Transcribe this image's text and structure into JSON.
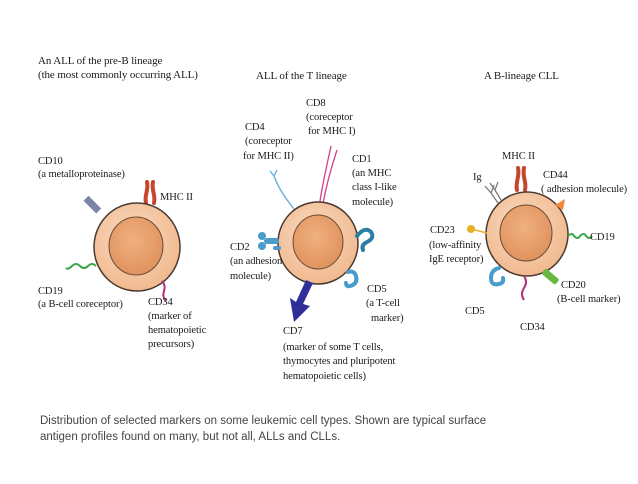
{
  "panels": [
    {
      "title_line1": "An ALL of the pre-B lineage",
      "title_line2": "(the most commonly occurring ALL)",
      "markers": {
        "cd10": {
          "line1": "CD10",
          "line2": "(a metalloproteinase)"
        },
        "mhc2": {
          "line1": "MHC II"
        },
        "cd19": {
          "line1": "CD19",
          "line2": "(a B-cell coreceptor)"
        },
        "cd34": {
          "line1": "CD34",
          "line2": "(marker of",
          "line3": "hematopoietic",
          "line4": "precursors)"
        }
      }
    },
    {
      "title_line1": "ALL of the T lineage",
      "markers": {
        "cd8": {
          "line1": "CD8",
          "line2": "(coreceptor",
          "line3": "for MHC I)"
        },
        "cd4": {
          "line1": "CD4",
          "line2": "(coreceptor",
          "line3": "for MHC II)"
        },
        "cd1": {
          "line1": "CD1",
          "line2": "(an MHC",
          "line3": "class I-like",
          "line4": "molecule)"
        },
        "cd2": {
          "line1": "CD2",
          "line2": "(an adhesion",
          "line3": "molecule)"
        },
        "cd5": {
          "line1": "CD5",
          "line2": "(a T-cell",
          "line3": "marker)"
        },
        "cd7": {
          "line1": "CD7",
          "line2": "(marker of some T cells,",
          "line3": "thymocytes and pluripotent",
          "line4": "hematopoietic cells)"
        }
      }
    },
    {
      "title_line1": "A B-lineage CLL",
      "markers": {
        "mhc2": {
          "line1": "MHC II"
        },
        "ig": {
          "line1": "Ig"
        },
        "cd44": {
          "line1": "CD44",
          "line2": "( adhesion molecule)"
        },
        "cd23": {
          "line1": "CD23",
          "line2": "(low-affinity",
          "line3": "IgE receptor)"
        },
        "cd19": {
          "line1": "CD19"
        },
        "cd20": {
          "line1": "CD20",
          "line2": "(B-cell marker)"
        },
        "cd5": {
          "line1": "CD5"
        },
        "cd34": {
          "line1": "CD34"
        }
      }
    }
  ],
  "caption": {
    "line1": "Distribution of selected markers on some leukemic cell types. Shown are typical surface",
    "line2": "antigen profiles found on many, but not all, ALLs and CLLs."
  },
  "colors": {
    "cell_fill": "#f5c9a6",
    "cell_border": "#4a3a30",
    "nucleus_fill": "#e9a371",
    "mhc2": "#c8442c",
    "cd10": "#7a86a8",
    "cd19": "#3aa84a",
    "cd34": "#b0307a",
    "cd8": "#d43f8a",
    "cd4": "#5db0d6",
    "cd1": "#2a7fa3",
    "cd2": "#4a9ccc",
    "cd5": "#4a9ccc",
    "cd7": "#2f2f9a",
    "cd44": "#f08a3c",
    "cd23": "#e8b020",
    "cd20": "#6ab840",
    "ig": "#7a7a7a"
  }
}
